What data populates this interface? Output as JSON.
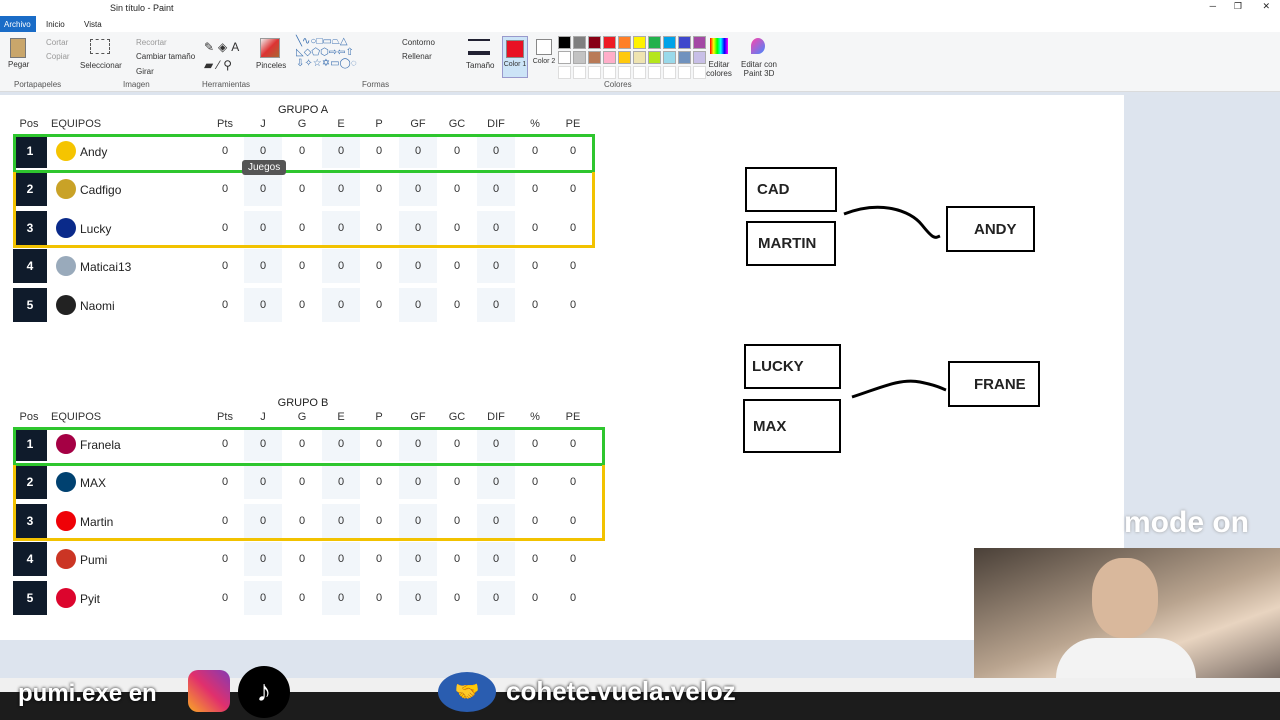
{
  "window": {
    "title": "Sin título - Paint"
  },
  "menu": {
    "file": "Archivo",
    "home": "Inicio",
    "view": "Vista"
  },
  "ribbon": {
    "paste": "Pegar",
    "cut": "Cortar",
    "copy": "Copiar",
    "clipboard": "Portapapeles",
    "select": "Seleccionar",
    "crop": "Recortar",
    "resize": "Cambiar tamaño",
    "rotate": "Girar",
    "image": "Imagen",
    "tools": "Herramientas",
    "brushes": "Pinceles",
    "shapes": "Formas",
    "outline": "Contorno",
    "fill": "Rellenar",
    "size": "Tamaño",
    "color1": "Color 1",
    "color2": "Color 2",
    "edit_colors": "Editar colores",
    "paint3d": "Editar con Paint 3D",
    "colors": "Colores",
    "palette": [
      "#000000",
      "#7f7f7f",
      "#880015",
      "#ed1c24",
      "#ff7f27",
      "#fff200",
      "#22b14c",
      "#00a2e8",
      "#3f48cc",
      "#a349a4",
      "#ffffff",
      "#c3c3c3",
      "#b97a57",
      "#ffaec9",
      "#ffc90e",
      "#efe4b0",
      "#b5e61d",
      "#99d9ea",
      "#7092be",
      "#c8bfe7"
    ],
    "active_color": "#e81123"
  },
  "columns": [
    "Pos",
    "EQUIPOS",
    "Pts",
    "J",
    "G",
    "E",
    "P",
    "GF",
    "GC",
    "DIF",
    "%",
    "PE"
  ],
  "tooltip": "Juegos",
  "groups": [
    {
      "title": "GRUPO A",
      "teams": [
        {
          "pos": "1",
          "name": "Andy",
          "logo": "#f5c400",
          "stats": [
            "0",
            "0",
            "0",
            "0",
            "0",
            "0",
            "0",
            "0",
            "0",
            "0"
          ]
        },
        {
          "pos": "2",
          "name": "Cadfigo",
          "logo": "#c9a227",
          "stats": [
            "0",
            "0",
            "0",
            "0",
            "0",
            "0",
            "0",
            "0",
            "0",
            "0"
          ]
        },
        {
          "pos": "3",
          "name": "Lucky",
          "logo": "#0a2a8a",
          "stats": [
            "0",
            "0",
            "0",
            "0",
            "0",
            "0",
            "0",
            "0",
            "0",
            "0"
          ]
        },
        {
          "pos": "4",
          "name": "Maticai13",
          "logo": "#9ab",
          "stats": [
            "0",
            "0",
            "0",
            "0",
            "0",
            "0",
            "0",
            "0",
            "0",
            "0"
          ]
        },
        {
          "pos": "5",
          "name": "Naomi",
          "logo": "#222",
          "stats": [
            "0",
            "0",
            "0",
            "0",
            "0",
            "0",
            "0",
            "0",
            "0",
            "0"
          ]
        }
      ]
    },
    {
      "title": "GRUPO B",
      "teams": [
        {
          "pos": "1",
          "name": "Franela",
          "logo": "#a50044",
          "stats": [
            "0",
            "0",
            "0",
            "0",
            "0",
            "0",
            "0",
            "0",
            "0",
            "0"
          ]
        },
        {
          "pos": "2",
          "name": "MAX",
          "logo": "#004170",
          "stats": [
            "0",
            "0",
            "0",
            "0",
            "0",
            "0",
            "0",
            "0",
            "0",
            "0"
          ]
        },
        {
          "pos": "3",
          "name": "Martin",
          "logo": "#ef0107",
          "stats": [
            "0",
            "0",
            "0",
            "0",
            "0",
            "0",
            "0",
            "0",
            "0",
            "0"
          ]
        },
        {
          "pos": "4",
          "name": "Pumi",
          "logo": "#cb3524",
          "stats": [
            "0",
            "0",
            "0",
            "0",
            "0",
            "0",
            "0",
            "0",
            "0",
            "0"
          ]
        },
        {
          "pos": "5",
          "name": "Pyit",
          "logo": "#dc052d",
          "stats": [
            "0",
            "0",
            "0",
            "0",
            "0",
            "0",
            "0",
            "0",
            "0",
            "0"
          ]
        }
      ]
    }
  ],
  "drawing": {
    "a_top": "CAD",
    "a_bottom": "MARTIN",
    "a_winner": "ANDY",
    "b_top": "LUCKY",
    "b_bottom": "MAX",
    "b_winner": "FRANE"
  },
  "overlay": {
    "left": "pumi.exe en",
    "right": "cohete.vuela.veloz",
    "mode": "mode on"
  }
}
